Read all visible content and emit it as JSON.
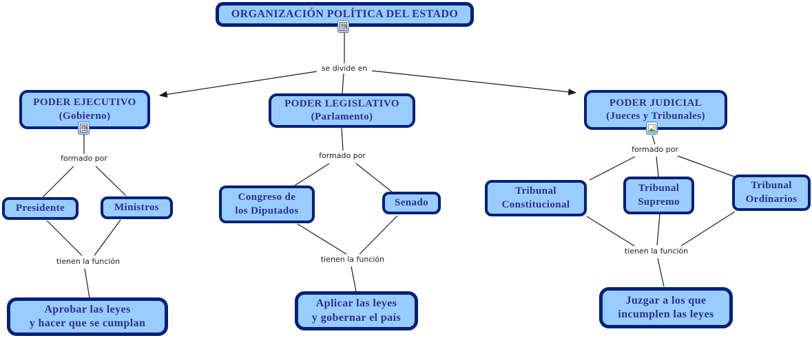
{
  "map_title": "ORGANIZACIÓN POLÍTICA DEL ESTADO",
  "colors": {
    "node_fill": "#99CCFF",
    "node_border": "#00207A",
    "node_text": "#2E2E8F",
    "link_text": "#1A1A1A",
    "line": "#1A1A1A",
    "background": "#FFFFFF"
  },
  "links": {
    "divides": "se divide en",
    "formed_by": "formado por",
    "have_function": "tienen la función"
  },
  "nodes": {
    "root": {
      "label": "ORGANIZACIÓN POLÍTICA DEL ESTADO",
      "icon": "document-resource-icon"
    },
    "ejecutivo": {
      "label": "PODER EJECUTIVO\n(Gobierno)",
      "icon": "document-resource-icon"
    },
    "legislativo": {
      "label": "PODER LEGISLATIVO\n(Parlamento)"
    },
    "judicial": {
      "label": "PODER JUDICIAL\n(Jueces y Tribunales)",
      "icon": "image-resource-icon"
    },
    "presidente": {
      "label": "Presidente"
    },
    "ministros": {
      "label": "Ministros"
    },
    "congreso": {
      "label": "Congreso de\nlos Diputados"
    },
    "senado": {
      "label": "Senado"
    },
    "constitucional": {
      "label": "Tribunal\nConstitucional"
    },
    "supremo": {
      "label": "Tribunal\nSupremo"
    },
    "ordinarios": {
      "label": "Tribunal\nOrdinarios"
    },
    "funcion_ejecutivo": {
      "label": "Aprobar las leyes\ny hacer que se cumplan"
    },
    "funcion_legislativo": {
      "label": "Aplicar las leyes\ny gobernar el país"
    },
    "funcion_judicial": {
      "label": "Juzgar a los que\nincumplen las leyes"
    }
  }
}
